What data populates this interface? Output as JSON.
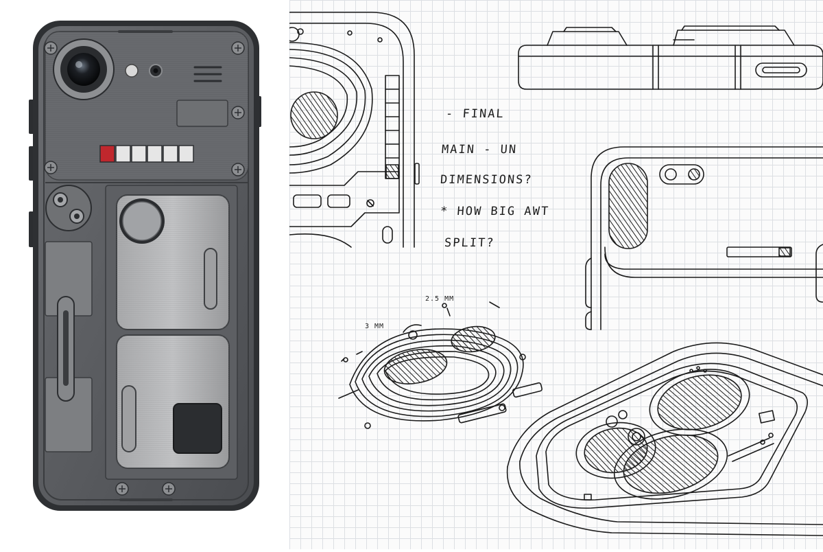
{
  "notes": {
    "line1": "- FINAL",
    "line2": "MAIN - UN",
    "line3": "DIMENSIONS?",
    "line4": "* HOW BIG AWT",
    "line5": "SPLIT?"
  },
  "dimensions": {
    "label_a": "2.5 MM",
    "label_b": "3 MM"
  },
  "indicator_strip": {
    "segments": 6,
    "active_segment_color": "#c0272d",
    "inactive_segment_color": "#e6e6e6"
  },
  "colors": {
    "phone_body": "#5b5d60",
    "phone_frame": "#2e3033",
    "sketch_ink": "#1b1b1b",
    "grid_line": "#dcdfe3"
  }
}
